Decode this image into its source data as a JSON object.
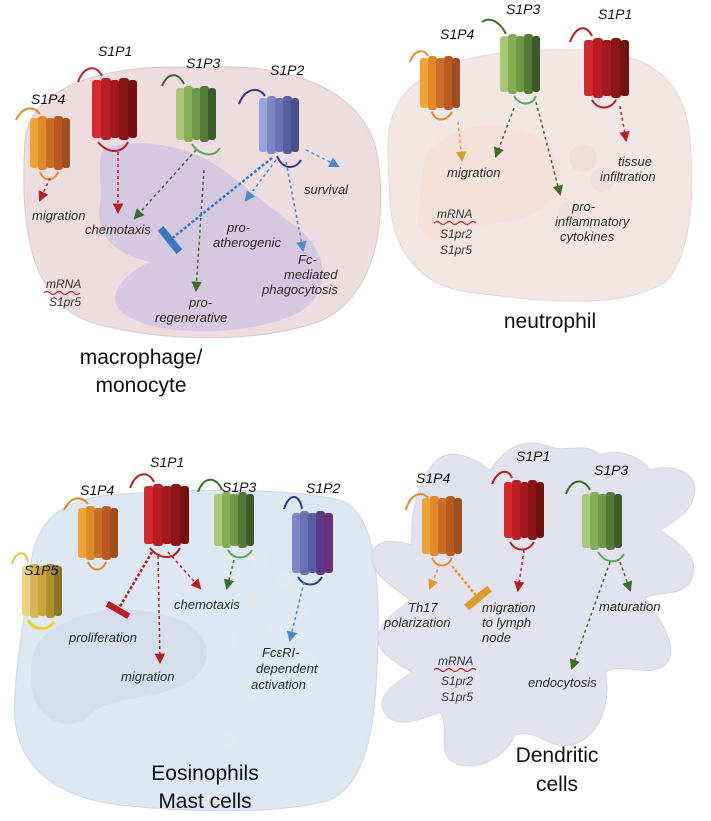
{
  "panels": {
    "macrophage": {
      "title_line1": "macrophage/",
      "title_line2": "monocyte",
      "receptors": {
        "s1p4": "S1P4",
        "s1p1": "S1P1",
        "s1p3": "S1P3",
        "s1p2": "S1P2"
      },
      "effects": {
        "migration": "migration",
        "chemotaxis": "chemotaxis",
        "pro_atherogenic_1": "pro-",
        "pro_atherogenic_2": "atherogenic",
        "survival": "survival",
        "fc_1": "Fc-",
        "fc_2": "mediated",
        "fc_3": "phagocytosis",
        "pro_regen_1": "pro-",
        "pro_regen_2": "regenerative"
      },
      "mrna": {
        "label": "mRNA",
        "genes": [
          "S1pr5"
        ]
      }
    },
    "neutrophil": {
      "title": "neutrophil",
      "receptors": {
        "s1p4": "S1P4",
        "s1p3": "S1P3",
        "s1p1": "S1P1"
      },
      "effects": {
        "migration": "migration",
        "pro_inf_1": "pro-",
        "pro_inf_2": "inflammatory",
        "pro_inf_3": "cytokines",
        "tissue_1": "tissue",
        "tissue_2": "infiltration"
      },
      "mrna": {
        "label": "mRNA",
        "genes": [
          "S1pr2",
          "S1pr5"
        ]
      }
    },
    "eosinophil": {
      "title_line1": "Eosinophils",
      "title_line2": "Mast cells",
      "receptors": {
        "s1p5": "S1P5",
        "s1p4": "S1P4",
        "s1p1": "S1P1",
        "s1p3": "S1P3",
        "s1p2": "S1P2"
      },
      "effects": {
        "proliferation": "proliferation",
        "chemotaxis": "chemotaxis",
        "migration": "migration",
        "fceri_1": "FcεRI-",
        "fceri_2": "dependent",
        "fceri_3": "activation"
      }
    },
    "dendritic": {
      "title_line1": "Dendritic",
      "title_line2": "cells",
      "receptors": {
        "s1p4": "S1P4",
        "s1p1": "S1P1",
        "s1p3": "S1P3"
      },
      "effects": {
        "th17_1": "Th17",
        "th17_2": "polarization",
        "lymph_1": "migration",
        "lymph_2": "to lymph",
        "lymph_3": "node",
        "maturation": "maturation",
        "endocytosis": "endocytosis"
      },
      "mrna": {
        "label": "mRNA",
        "genes": [
          "S1pr2",
          "S1pr5"
        ]
      }
    }
  },
  "colors": {
    "s1p1": "#b81e24",
    "s1p2": "#6a72b5",
    "s1p3": "#6f9a48",
    "s1p4": "#e08a2a",
    "s1p5": "#c8a63a",
    "macrophage_cell": "#eedddf",
    "macrophage_nucleus": "#cfc6e0",
    "neutrophil_cell": "#f3e7e6",
    "eosinophil_cell": "#dde8f2",
    "dendritic_cell": "#e3e3ef"
  }
}
